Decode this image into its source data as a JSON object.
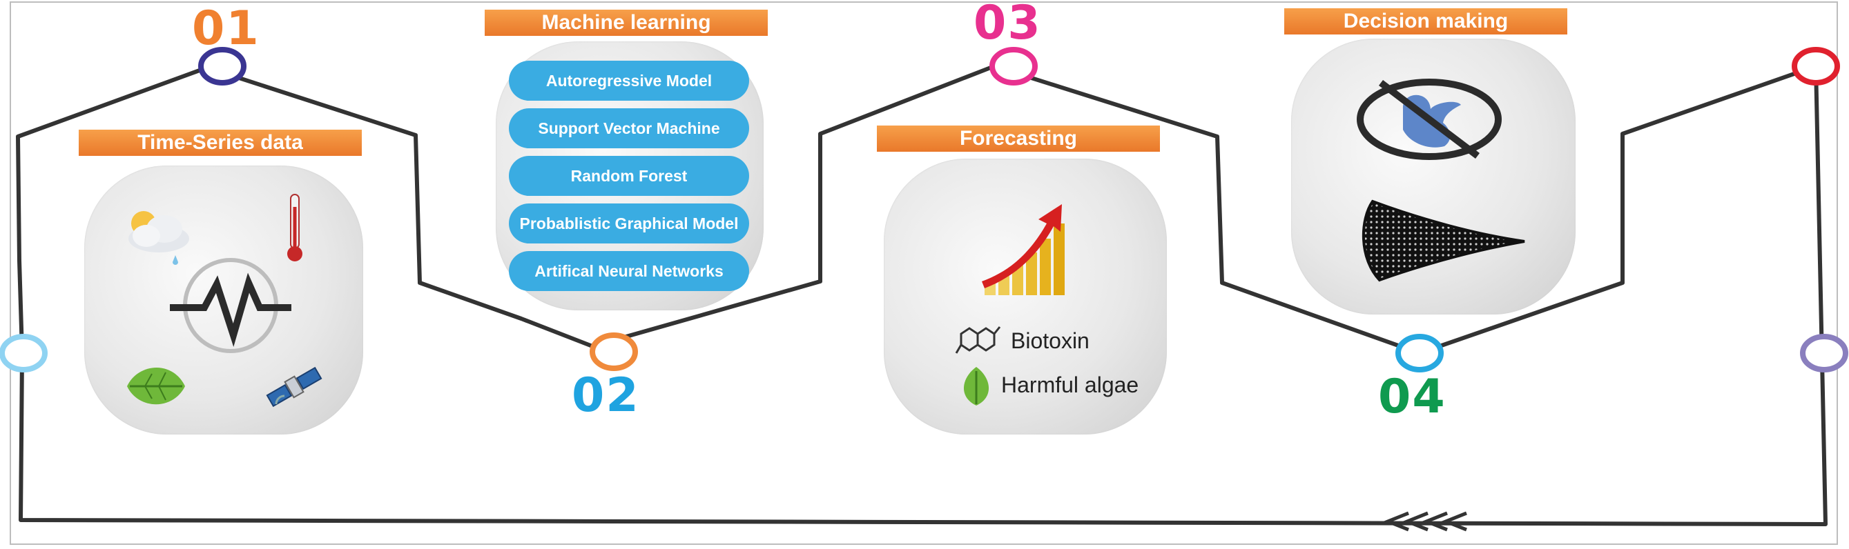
{
  "steps": [
    {
      "number": "01",
      "color": "#f0802f"
    },
    {
      "number": "02",
      "color": "#1fa3e0"
    },
    {
      "number": "03",
      "color": "#e8308f"
    },
    {
      "number": "04",
      "color": "#0f9a4f"
    }
  ],
  "stages": {
    "time_series": {
      "title": "Time-Series data",
      "icons": [
        "cloud-sun-icon",
        "thermometer-icon",
        "pulse-icon",
        "leaf-icon",
        "satellite-icon"
      ]
    },
    "machine_learning": {
      "title": "Machine learning",
      "models": [
        "Autoregressive Model",
        "Support Vector Machine",
        "Random Forest",
        "Probablistic Graphical Model",
        "Artifical Neural Networks"
      ]
    },
    "forecasting": {
      "title": "Forecasting",
      "items": [
        "Biotoxin",
        "Harmful algae"
      ],
      "icons": [
        "growth-chart-icon",
        "molecule-icon",
        "leaf-icon"
      ]
    },
    "decision_making": {
      "title": "Decision making",
      "icons": [
        "no-shellfish-icon",
        "fishing-net-icon"
      ]
    }
  },
  "colors": {
    "banner": "#f0852f",
    "model_button": "#3aace2",
    "path": "#333333"
  }
}
